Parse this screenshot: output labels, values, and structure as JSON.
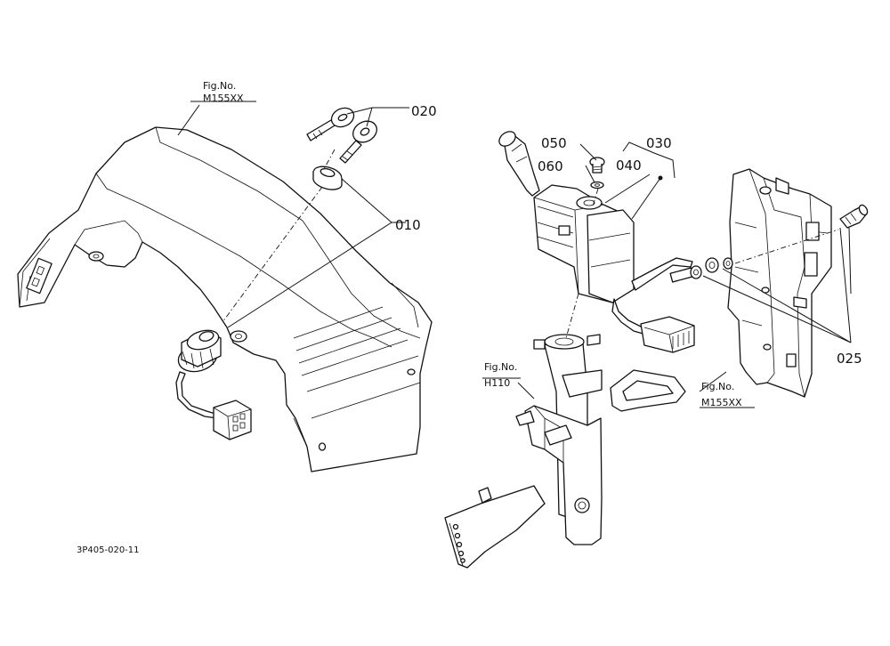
{
  "labels": {
    "fig_left_1": "Fig.No.",
    "fig_left_2": "M155XX",
    "fig_mid_1": "Fig.No.",
    "fig_mid_2": "H110",
    "fig_right_1": "Fig.No.",
    "fig_right_2": "M155XX",
    "p010": "010",
    "p020": "020",
    "p025": "025",
    "p030": "030",
    "p040": "040",
    "p050": "050",
    "p060": "060",
    "drawing_code": "3P405-020-11"
  }
}
